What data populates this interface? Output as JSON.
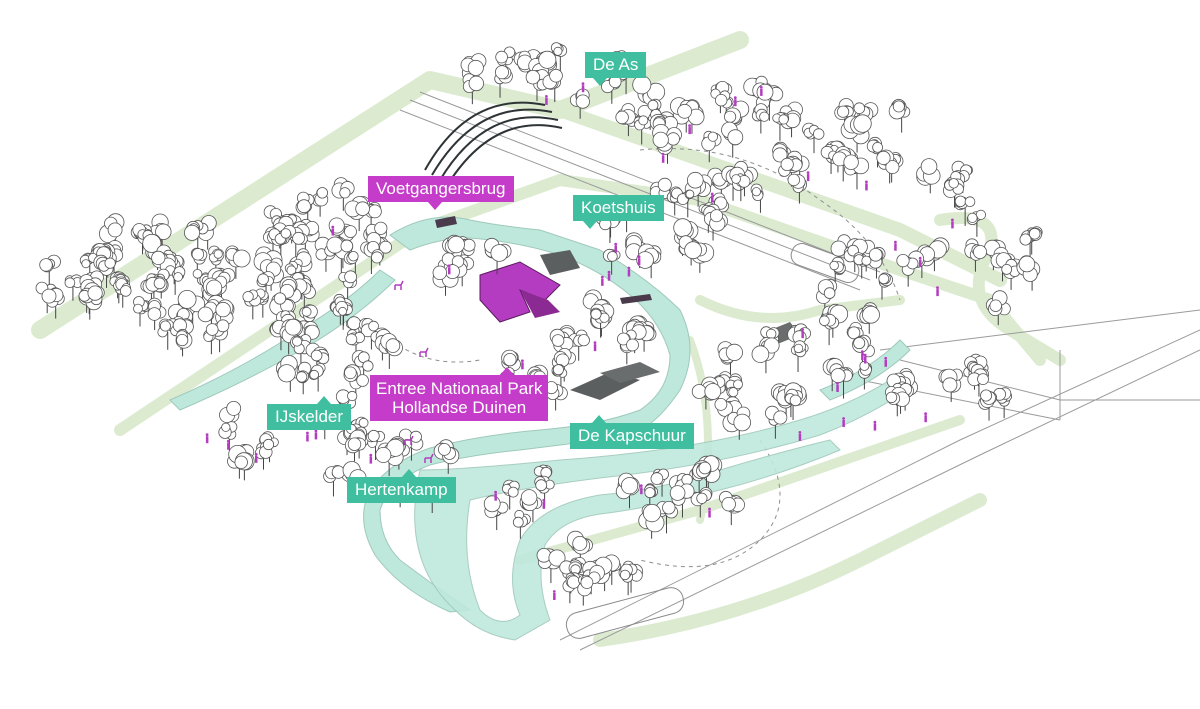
{
  "colors": {
    "teal_label": "#3fbf9f",
    "magenta_label": "#c43cc9",
    "water": "#bfe8dc",
    "path_green": "#dcebd0",
    "building_grey": "#5c5f60",
    "highlight_building": "#b43cc0",
    "bridge": "#2e3436"
  },
  "labels": {
    "de_as": "De As",
    "voetgangersbrug": "Voetgangersbrug",
    "koetshuis": "Koetshuis",
    "entree_line1": "Entree Nationaal Park",
    "entree_line2": "Hollandse Duinen",
    "ijskelder": "IJskelder",
    "de_kapschuur": "De Kapschuur",
    "hertenkamp": "Hertenkamp"
  },
  "icons": {
    "tree": "tree-icon",
    "person": "person-icon",
    "deer": "deer-icon"
  }
}
